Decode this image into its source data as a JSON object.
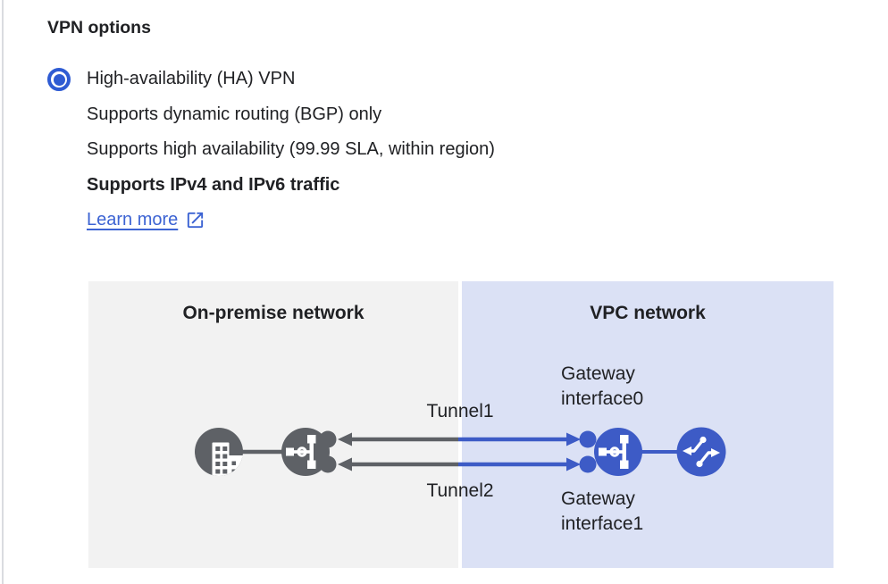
{
  "header": {
    "title": "VPN options"
  },
  "vpn_option": {
    "selected": true,
    "label": "High-availability (HA) VPN",
    "descriptions": [
      "Supports dynamic routing (BGP) only",
      "Supports high availability (99.99 SLA, within region)",
      "Supports IPv4 and IPv6 traffic"
    ],
    "learn_more_label": "Learn more"
  },
  "diagram": {
    "on_premise_panel": {
      "title": "On-premise network",
      "bg_color": "#f2f2f2"
    },
    "vpc_panel": {
      "title": "VPC network",
      "bg_color": "#dbe1f5"
    },
    "tunnel_labels": [
      "Tunnel1",
      "Tunnel2"
    ],
    "gateway_interface_labels": [
      {
        "line1": "Gateway",
        "line2": "interface0"
      },
      {
        "line1": "Gateway",
        "line2": "interface1"
      }
    ],
    "icon_names": [
      "on-premises-building-icon",
      "peer-vpn-gateway-icon",
      "ha-vpn-gateway-icon",
      "vpc-network-icon"
    ],
    "colors": {
      "on_premise_gray": "#5e6166",
      "vpc_blue": "#3d5bc6"
    }
  },
  "colors": {
    "accent_blue": "#2e5bd3",
    "link_blue": "#3c63d3",
    "text": "#202124"
  }
}
